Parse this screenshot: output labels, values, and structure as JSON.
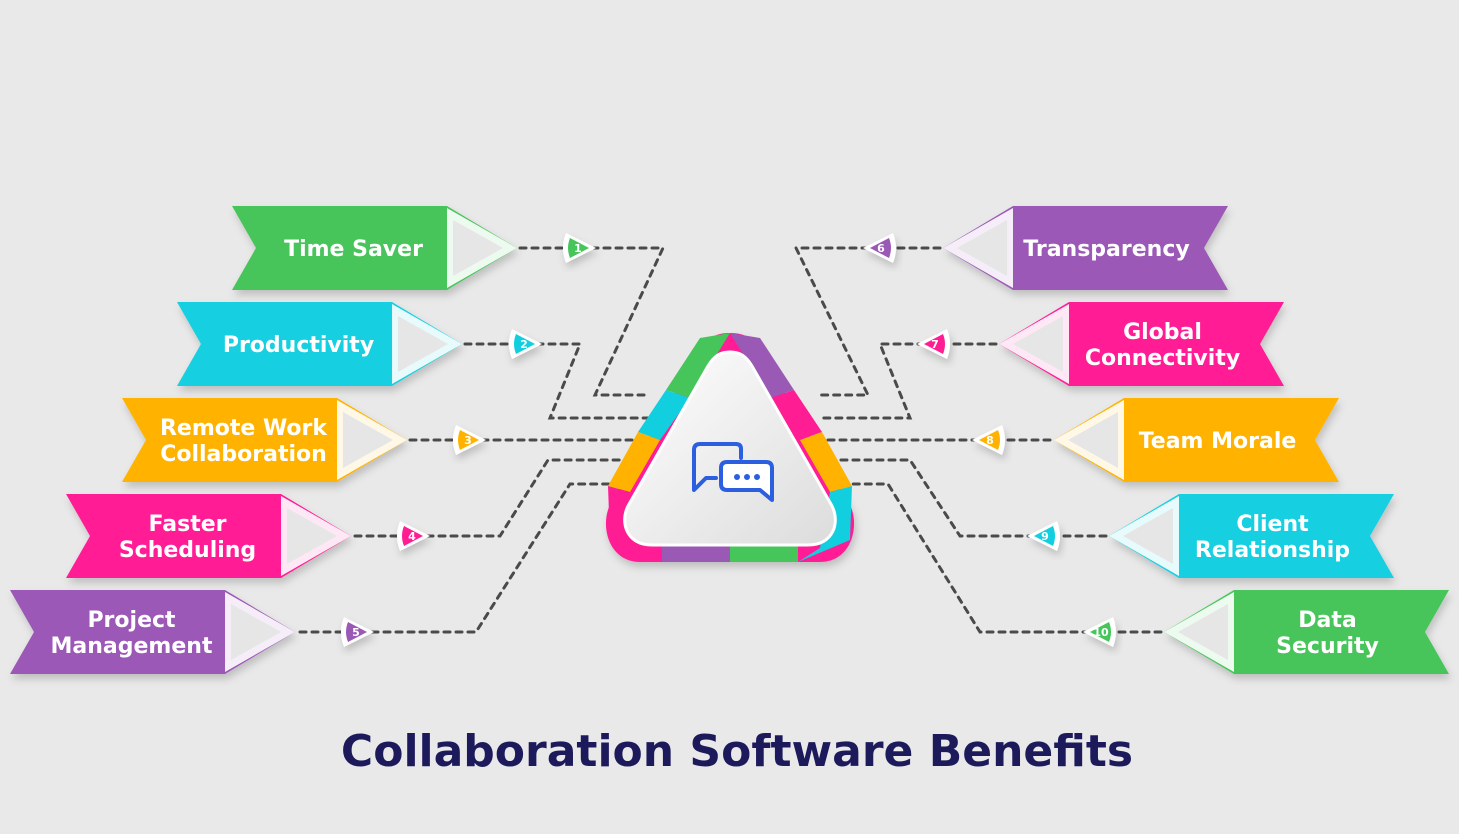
{
  "title": "Collaboration Software Benefits",
  "center_icon": "chat-bubbles-icon",
  "benefits": [
    {
      "number": "1",
      "lines": [
        "Time Saver"
      ],
      "color": "#46c55a"
    },
    {
      "number": "2",
      "lines": [
        "Productivity"
      ],
      "color": "#12cfe0"
    },
    {
      "number": "3",
      "lines": [
        "Remote Work",
        "Collaboration"
      ],
      "color": "#ffb300"
    },
    {
      "number": "4",
      "lines": [
        "Faster",
        "Scheduling"
      ],
      "color": "#ff1d94"
    },
    {
      "number": "5",
      "lines": [
        "Project",
        "Management"
      ],
      "color": "#9b59b6"
    },
    {
      "number": "6",
      "lines": [
        "Transparency"
      ],
      "color": "#9b59b6"
    },
    {
      "number": "7",
      "lines": [
        "Global",
        "Connectivity"
      ],
      "color": "#ff1d94"
    },
    {
      "number": "8",
      "lines": [
        "Team Morale"
      ],
      "color": "#ffb300"
    },
    {
      "number": "9",
      "lines": [
        "Client",
        "Relationship"
      ],
      "color": "#12cfe0"
    },
    {
      "number": "10",
      "lines": [
        "Data",
        "Security"
      ],
      "color": "#46c55a"
    }
  ]
}
